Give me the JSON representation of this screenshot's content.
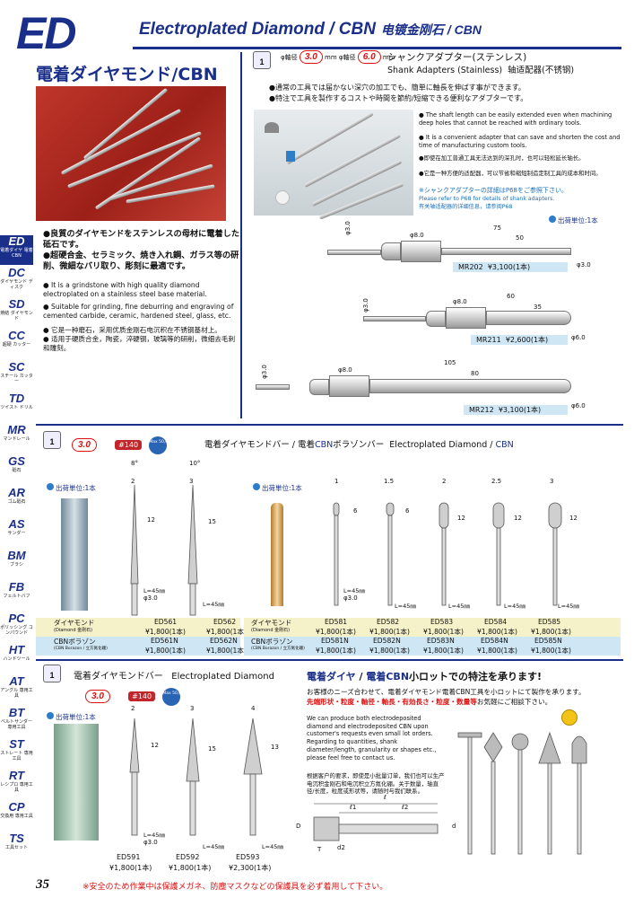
{
  "header": {
    "logo": "ED",
    "title": "Electroplated Diamond / CBN",
    "title_cn": "电镀金刚石 / CBN",
    "category_jp": "電着ダイヤモンド/CBN"
  },
  "sidebar": [
    {
      "code": "ED",
      "sub": "電着ダイヤ 電着CBN",
      "active": true
    },
    {
      "code": "DC",
      "sub": "ダイヤモンド ディスク"
    },
    {
      "code": "SD",
      "sub": "焼結 ダイヤモンド"
    },
    {
      "code": "CC",
      "sub": "超硬 カッター"
    },
    {
      "code": "SC",
      "sub": "スチール カッター"
    },
    {
      "code": "TD",
      "sub": "ツイスト ドリル"
    },
    {
      "code": "MR",
      "sub": "マンドレール"
    },
    {
      "code": "GS",
      "sub": "砥石"
    },
    {
      "code": "AR",
      "sub": "ゴム砥石"
    },
    {
      "code": "AS",
      "sub": "サンダー"
    },
    {
      "code": "BM",
      "sub": "ブラシ"
    },
    {
      "code": "FB",
      "sub": "フェルトバフ"
    },
    {
      "code": "PC",
      "sub": "ポリッシング コンパウンド"
    },
    {
      "code": "HT",
      "sub": "ハンドツール"
    },
    {
      "code": "AT",
      "sub": "アングル 専用工具"
    },
    {
      "code": "BT",
      "sub": "ベルトサンダー 専用工具"
    },
    {
      "code": "ST",
      "sub": "ストレート 専用工具"
    },
    {
      "code": "RT",
      "sub": "レシプロ 専用工具"
    },
    {
      "code": "CP",
      "sub": "交換用 専用工具"
    },
    {
      "code": "TS",
      "sub": "工具セット"
    }
  ],
  "intro": {
    "jp": [
      "●良質のダイヤモンドをステンレスの母材に電着した砥石です。",
      "●超硬合金、セラミック、焼き入れ鋼、ガラス等の研削、微細なバリ取り、彫刻に最適です。"
    ],
    "en": [
      "● It is a grindstone with high quality diamond electroplated on a stainless steel base material.",
      "● Suitable for grinding, fine deburring and engraving of cemented carbide, ceramic, hardened steel, glass, etc."
    ],
    "cn": [
      "● 它是一种磨石，采用优质金刚石电沉积在不锈钢基材上。",
      "● 适用于硬质合金，陶瓷，淬硬钢，玻璃等的研削，微细去毛刺和雕刻。"
    ]
  },
  "shank": {
    "badge": "1",
    "dia_in": "3.0",
    "dia_out": "6.0",
    "unit_mm": "mm",
    "phi": "φ軸径",
    "title_jp": "シャンクアダプター(ステンレス)",
    "title_en": "Shank Adapters (Stainless)",
    "title_cn": "轴适配器(不锈钢)",
    "jp1": "●通常の工具では届かない深穴の加工でも、簡単に軸長を伸ばす事ができます。",
    "jp2": "●特注で工具を製作するコストや時間を節約/短縮できる便利なアダプターです。",
    "en1": "● The shaft length can be easily extended even when machining deep holes that cannot be reached with ordinary tools.",
    "en2": "● It is a convenient adapter that can save and shorten the cost and time of manufacturing custom tools.",
    "cn1": "●即使在加工普通工具无法达到的深孔时，也可以轻松延长轴长。",
    "cn2": "●它是一种方便的适配器，可以节省和缩短制造定制工具的成本和时间。",
    "ref_jp": "※シャンクアダプターの詳細はP68をご参照下さい。",
    "ref_en": "Please refer to P68 for details of shank adapters.",
    "ref_cn": "有关轴适配器的详细信息，请参阅P68",
    "unit": "出荷単位:1本",
    "models": [
      {
        "name": "MR202",
        "price": "¥3,100(1本)",
        "L": "75",
        "l": "50",
        "in": "φ3.0",
        "d": "φ8.0",
        "out": "φ3.0"
      },
      {
        "name": "MR211",
        "price": "¥2,600(1本)",
        "L": "60",
        "l": "35",
        "in": "φ3.0",
        "d": "φ8.0",
        "out": "φ6.0"
      },
      {
        "name": "MR212",
        "price": "¥3,100(1本)",
        "L": "105",
        "l": "80",
        "in": "φ3.0",
        "d": "φ8.0",
        "out": "φ6.0"
      }
    ]
  },
  "bars": {
    "badge": "1",
    "dia": "3.0",
    "grit": "#140",
    "max": "Max 50,000 min⁻¹",
    "title_jp": "電着ダイヤモンドバー / 電着",
    "title_cbn": "CBN",
    "title_jp2": "ボラゾンバー",
    "title_en": "Electroplated Diamond /",
    "title_en2": "CBN",
    "unit": "出荷単位:1本",
    "left": {
      "angles": [
        "8°",
        "10°"
      ],
      "dias": [
        "2",
        "3"
      ],
      "heads": [
        "12",
        "15"
      ],
      "L": "L=45㎜",
      "shank": "φ3.0",
      "dia_label": "ダイヤモンド",
      "dia_label_en": "(Diamond 金刚石)",
      "cbn_label": "CBNボラゾン",
      "cbn_label_en": "(CBN Borazon / 立方氮化硼)",
      "codes": [
        "ED561",
        "ED562"
      ],
      "prices": [
        "¥1,800(1本)",
        "¥1,800(1本)"
      ],
      "cbn_codes": [
        "ED561N",
        "ED562N"
      ],
      "cbn_prices": [
        "¥1,800(1本)",
        "¥1,800(1本)"
      ]
    },
    "right": {
      "dias": [
        "1",
        "1.5",
        "2",
        "2.5",
        "3"
      ],
      "heads": [
        "6",
        "6",
        "12",
        "12",
        "12"
      ],
      "L": "L=45㎜",
      "shank": "φ3.0",
      "codes": [
        "ED581",
        "ED582",
        "ED583",
        "ED584",
        "ED585"
      ],
      "prices": [
        "¥1,800(1本)",
        "¥1,800(1本)",
        "¥1,800(1本)",
        "¥1,800(1本)",
        "¥1,800(1本)"
      ],
      "cbn_codes": [
        "ED581N",
        "ED582N",
        "ED583N",
        "ED584N",
        "ED585N"
      ],
      "cbn_prices": [
        "¥1,800(1本)",
        "¥1,800(1本)",
        "¥1,800(1本)",
        "¥1,800(1本)",
        "¥1,800(1本)"
      ]
    }
  },
  "diabar": {
    "badge": "1",
    "title_jp": "電着ダイヤモンドバー",
    "title_en": "Electroplated Diamond",
    "dia": "3.0",
    "grit": "#140",
    "max": "Max 50,000 min⁻¹",
    "unit": "出荷単位:1本",
    "dias": [
      "2",
      "3",
      "4"
    ],
    "heads": [
      "12",
      "15",
      "13"
    ],
    "L": "L=45㎜",
    "shank": "φ3.0",
    "codes": [
      "ED591",
      "ED592",
      "ED593"
    ],
    "prices": [
      "¥1,800(1本)",
      "¥1,800(1本)",
      "¥2,300(1本)"
    ]
  },
  "special": {
    "title_a": "電着ダイヤ",
    "title_b": "電着CBN",
    "title_c": "小ロットでの特注を承ります!",
    "jp": "お客様のニーズ合わせて、電着ダイヤモンド電着CBN工具を小ロットにて製作を承ります。",
    "jp_red": "先端形状・粒度・軸径・軸長・有効長さ・粒度・数量等",
    "jp_tail": "お気軽にご相談下さい。",
    "en": "We can produce both electrodeposited diamond and electrodeposited CBN upon customer's requests even small lot orders. Regarding to quantities, shank diameter/length, granularity or shapes etc., please feel free to contact us.",
    "cn": "根据客户的要求，即使是小批量订单，我们也可以生产电沉积金刚石和电沉积立方氮化硼。关于数量，轴直径/长度，粒度或形状等，请随时与我们联系。",
    "dims": [
      "ℓ",
      "ℓ1",
      "ℓ2",
      "D",
      "d",
      "d2",
      "T"
    ]
  },
  "footer": {
    "page": "35",
    "note": "※安全のため作業中は保護メガネ、防塵マスクなどの保護具を必ず着用して下さい。"
  }
}
